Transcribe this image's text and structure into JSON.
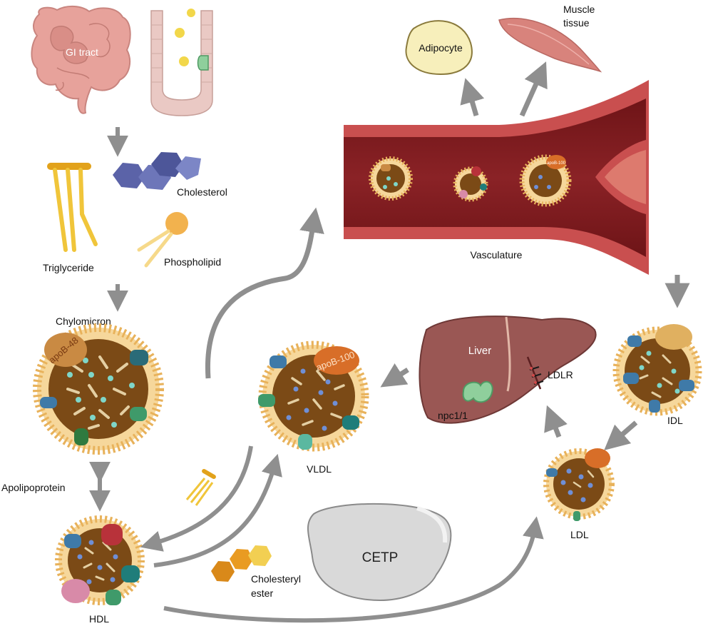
{
  "labels": {
    "gi_tract": "GI tract",
    "cholesterol": "Cholesterol",
    "triglyceride": "Triglyceride",
    "phospholipid": "Phospholipid",
    "chylomicron": "Chylomicron",
    "apob48": "apoB-48",
    "apolipoprotein": "Apolipoprotein",
    "hdl": "HDL",
    "vldl": "VLDL",
    "apob100": "apoB-100",
    "apob100_small": "apoB-100",
    "liver": "Liver",
    "npc1l1": "npc1/1",
    "ldlr": "LDLR",
    "idl": "IDL",
    "ldl": "LDL",
    "cetp": "CETP",
    "cholesteryl_ester_1": "Cholesteryl",
    "cholesteryl_ester_2": "ester",
    "vasculature": "Vasculature",
    "adipocyte": "Adipocyte",
    "muscle_1": "Muscle",
    "muscle_2": "tissue"
  },
  "colors": {
    "arrow": "#8f8f8f",
    "vessel_wall": "#c94f4f",
    "vessel_lumen": "#7a1a1d",
    "liver": "#9a5754",
    "core": "#7b4a16",
    "shell": "#f3c67a",
    "apob48": "#c98a43",
    "apob100": "#d86e28",
    "apo_blue": "#3f7aa8",
    "apo_green": "#3f9a6a",
    "apo_teal": "#2a8a8a",
    "apo_red": "#b8323a",
    "apo_pink": "#d88aa8",
    "triglyceride": "#f0c53a",
    "cholesterol": "#5b63a8",
    "cetp": "#d9d9d9"
  }
}
